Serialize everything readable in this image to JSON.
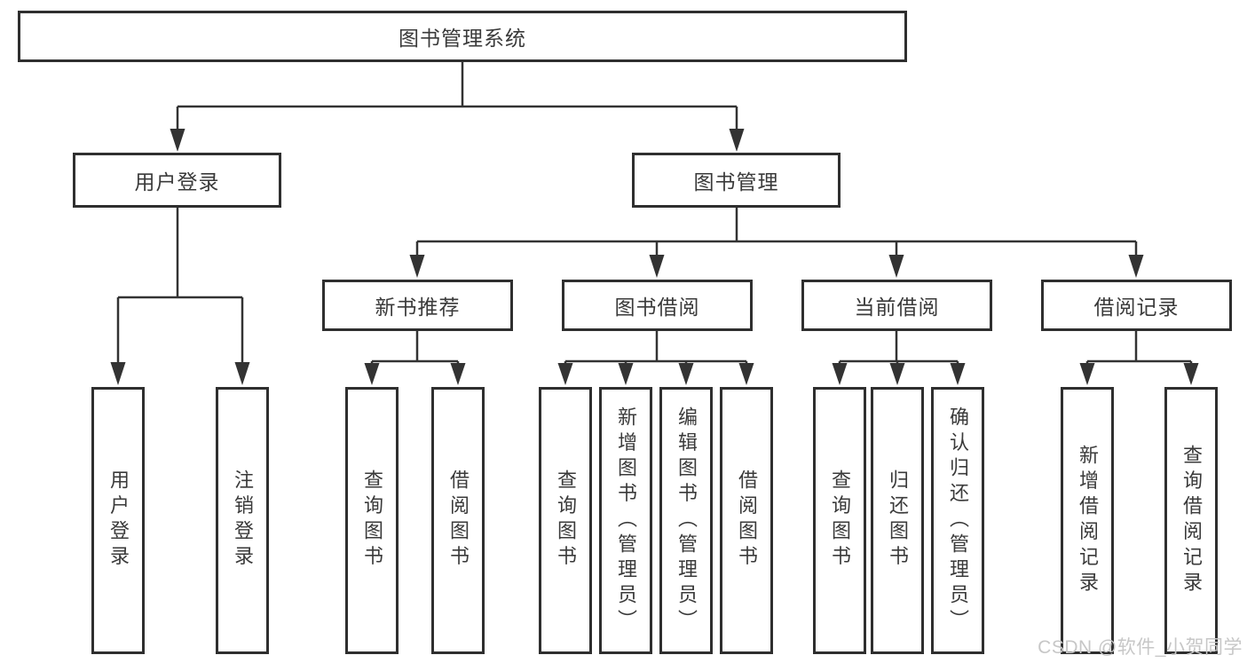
{
  "title": "图书管理系统",
  "watermark": "CSDN @软件_小贺同学",
  "colors": {
    "line": "#333333",
    "box_border": "#2f2f2f",
    "text": "#3a3a3a",
    "background": "#ffffff",
    "watermark": "#c7c7c7"
  },
  "tree": {
    "label": "图书管理系统",
    "children": [
      {
        "label": "用户登录",
        "children": [
          {
            "label": "用户登录"
          },
          {
            "label": "注销登录"
          }
        ]
      },
      {
        "label": "图书管理",
        "children": [
          {
            "label": "新书推荐",
            "children": [
              {
                "label": "查询图书"
              },
              {
                "label": "借阅图书"
              }
            ]
          },
          {
            "label": "图书借阅",
            "children": [
              {
                "label": "查询图书"
              },
              {
                "label": "新增图书（管理员）"
              },
              {
                "label": "编辑图书（管理员）"
              },
              {
                "label": "借阅图书"
              }
            ]
          },
          {
            "label": "当前借阅",
            "children": [
              {
                "label": "查询图书"
              },
              {
                "label": "归还图书"
              },
              {
                "label": "确认归还（管理员）"
              }
            ]
          },
          {
            "label": "借阅记录",
            "children": [
              {
                "label": "新增借阅记录"
              },
              {
                "label": "查询借阅记录"
              }
            ]
          }
        ]
      }
    ]
  }
}
